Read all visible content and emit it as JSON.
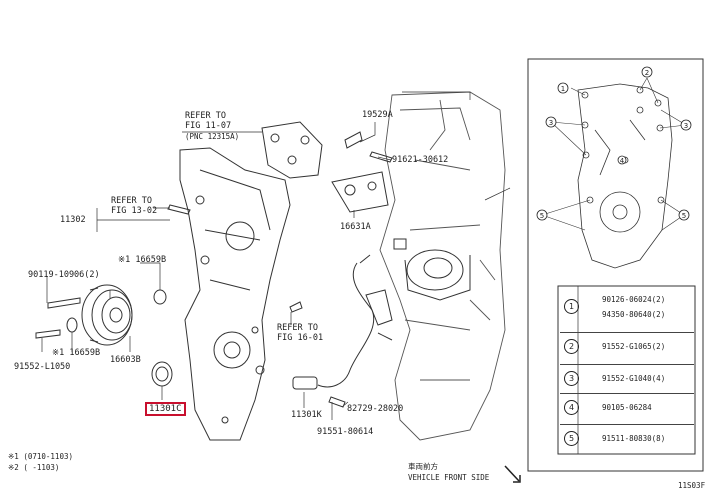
{
  "diagram": {
    "labels": {
      "refer_11_07": "REFER TO",
      "refer_11_07b": "FIG 11-07",
      "refer_11_07c": "(PNC 12315A)",
      "refer_13_02": "REFER TO",
      "refer_13_02b": "FIG 13-02",
      "refer_16_01": "REFER TO",
      "refer_16_01b": "FIG 16-01",
      "p11302": "11302",
      "p19529A": "19529A",
      "p91621": "91621-30612",
      "p16631A": "16631A",
      "p16659B_top": "※1 16659B",
      "p90119": "90119-10906(2)",
      "p16659B_left": "※1 16659B",
      "p16603B": "16603B",
      "p91552": "91552-L1050",
      "p11301C": "11301C",
      "p11301K": "11301K",
      "p82729": "82729-28020",
      "p91551": "91551-80614",
      "note1": "※1 (0710-1103)",
      "note2": "※2 (  -1103)",
      "front_cn": "車両前方",
      "front_en": "VEHICLE FRONT SIDE",
      "fig_code": "11S03F"
    },
    "legend": [
      {
        "num": "1",
        "parts": [
          "90126-06024(2)",
          "94350-80640(2)"
        ]
      },
      {
        "num": "2",
        "parts": [
          "91552-G1065(2)"
        ]
      },
      {
        "num": "3",
        "parts": [
          "91552-G1040(4)"
        ]
      },
      {
        "num": "4",
        "parts": [
          "90105-06284"
        ]
      },
      {
        "num": "5",
        "parts": [
          "91511-80830(8)"
        ]
      }
    ]
  }
}
